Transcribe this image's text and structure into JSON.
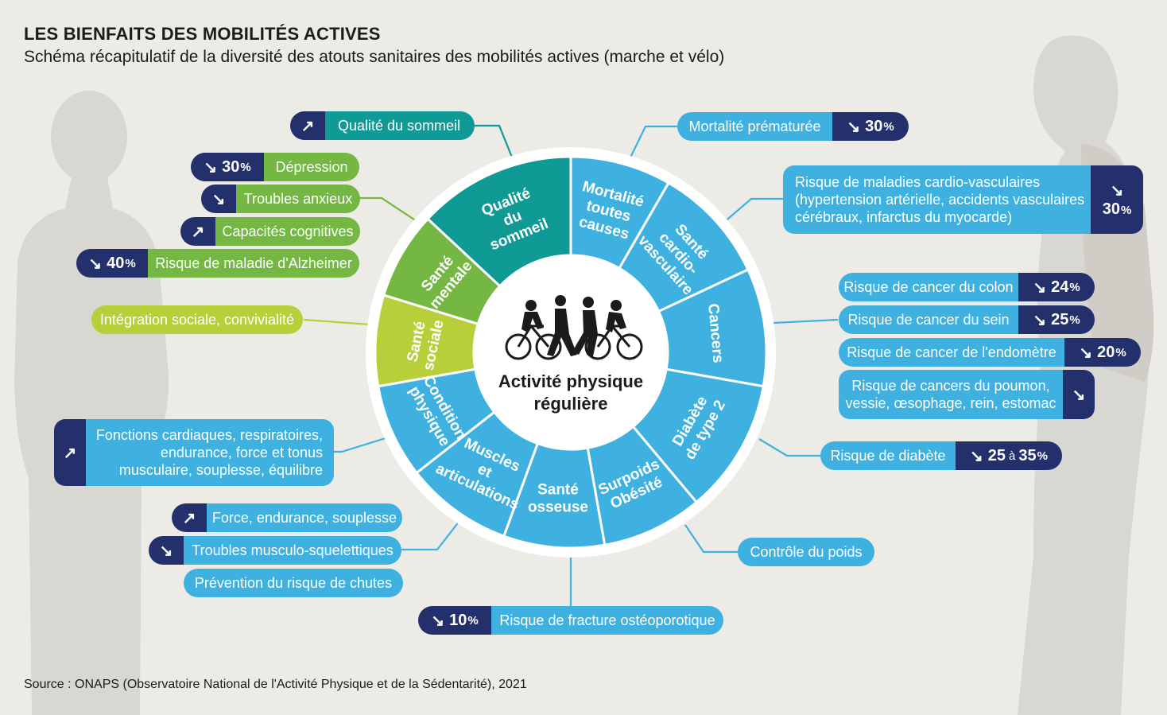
{
  "header": {
    "title": "LES BIENFAITS DES MOBILITÉS ACTIVES",
    "subtitle": "Schéma récapitulatif de la diversité des atouts sanitaires des mobilités actives (marche et vélo)"
  },
  "source": "Source : ONAPS (Observatoire National de l'Activité Physique et de la Sédentarité), 2021",
  "center": {
    "line1": "Activité physique",
    "line2": "régulière"
  },
  "wheel": [
    {
      "lines": [
        "Qualité",
        "du",
        "sommeil"
      ],
      "color": "#0f9a96"
    },
    {
      "lines": [
        "Mortalité",
        "toutes",
        "causes"
      ],
      "color": "#3fb1e1"
    },
    {
      "lines": [
        "Santé",
        "cardio-",
        "vasculaire"
      ],
      "color": "#3fb1e1"
    },
    {
      "lines": [
        "Cancers"
      ],
      "color": "#3fb1e1"
    },
    {
      "lines": [
        "Diabète",
        "de type 2"
      ],
      "color": "#3fb1e1"
    },
    {
      "lines": [
        "Surpoids",
        "Obésité"
      ],
      "color": "#3fb1e1"
    },
    {
      "lines": [
        "Santé",
        "osseuse"
      ],
      "color": "#3fb1e1"
    },
    {
      "lines": [
        "Muscles",
        "et",
        "articulations"
      ],
      "color": "#3fb1e1"
    },
    {
      "lines": [
        "Condition",
        "physique"
      ],
      "color": "#3fb1e1"
    },
    {
      "lines": [
        "Santé",
        "sociale"
      ],
      "color": "#b8cf3a"
    },
    {
      "lines": [
        "Santé",
        "mentale"
      ],
      "color": "#74b843"
    }
  ],
  "colors": {
    "blue": "#3fb1e1",
    "teal": "#0f9a96",
    "green": "#74b843",
    "lime": "#b8cf3a",
    "navy": "#23306b",
    "background": "#ecebe6"
  },
  "icons": {
    "up": "↗",
    "down": "↘",
    "cyclists": "walkers-and-cyclists-icon"
  },
  "left": {
    "sleep": {
      "arrow": "↗",
      "label": "Qualité du sommeil"
    },
    "depression": {
      "arrow": "↘",
      "value": "30",
      "unit": "%",
      "label": "Dépression"
    },
    "anxiety": {
      "arrow": "↘",
      "label": "Troubles anxieux"
    },
    "cognitive": {
      "arrow": "↗",
      "label": "Capacités cognitives"
    },
    "alzheimer": {
      "arrow": "↘",
      "value": "40",
      "unit": "%",
      "label": "Risque de maladie d'Alzheimer"
    },
    "social": {
      "label": "Intégration sociale, convivialité"
    },
    "fitness": {
      "arrow": "↗",
      "line1": "Fonctions cardiaques, respiratoires,",
      "line2": "endurance, force et tonus",
      "line3": "musculaire, souplesse, équilibre"
    },
    "strength": {
      "arrow": "↗",
      "label": "Force, endurance, souplesse"
    },
    "msd": {
      "arrow": "↘",
      "label": "Troubles musculo-squelettiques"
    },
    "falls": {
      "label": "Prévention du risque de chutes"
    }
  },
  "right": {
    "mortality": {
      "label": "Mortalité prématurée",
      "arrow": "↘",
      "value": "30",
      "unit": "%"
    },
    "cardio": {
      "line1": "Risque de maladies cardio-vasculaires",
      "line2": "(hypertension artérielle, accidents vasculaires",
      "line3": "cérébraux, infarctus du myocarde)",
      "arrow": "↘",
      "value": "30",
      "unit": "%"
    },
    "colon": {
      "label": "Risque de cancer du colon",
      "arrow": "↘",
      "value": "24",
      "unit": "%"
    },
    "breast": {
      "label": "Risque de cancer du sein",
      "arrow": "↘",
      "value": "25",
      "unit": "%"
    },
    "endometrium": {
      "label": "Risque de cancer de l'endomètre",
      "arrow": "↘",
      "value": "20",
      "unit": "%"
    },
    "others": {
      "line1": "Risque de cancers du poumon,",
      "line2": "vessie, œsophage, rein, estomac",
      "arrow": "↘"
    },
    "diabetes": {
      "label": "Risque de diabète",
      "arrow": "↘",
      "value_from": "25",
      "between": "à",
      "value_to": "35",
      "unit": "%"
    },
    "weight": {
      "label": "Contrôle du poids"
    }
  },
  "bottom": {
    "fracture": {
      "arrow": "↘",
      "value": "10",
      "unit": "%",
      "label": "Risque de fracture ostéoporotique"
    }
  }
}
